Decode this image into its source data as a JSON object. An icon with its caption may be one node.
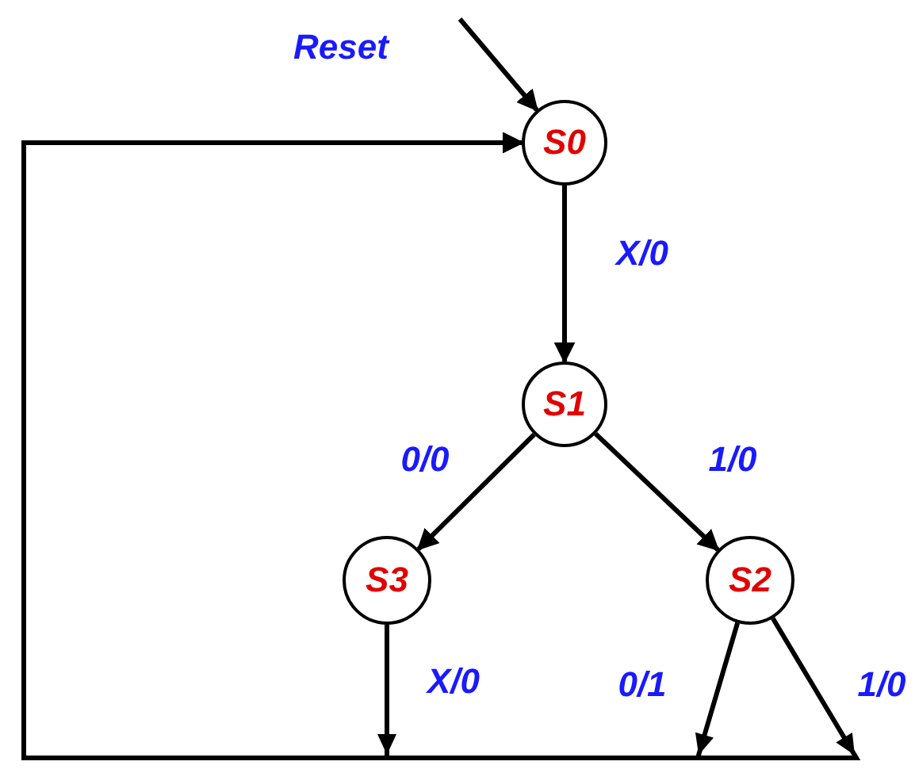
{
  "diagram": {
    "nodes": [
      {
        "text": [
          "S0"
        ]
      },
      {
        "text": [
          "S1"
        ]
      },
      {
        "text": [
          "S3"
        ]
      },
      {
        "text": [
          "S2"
        ]
      }
    ],
    "edges": [
      {
        "from": null,
        "to": 0,
        "arrow": "to",
        "label": "Reset"
      },
      {
        "from": 0,
        "to": 1,
        "arrow": "to",
        "label": "X/0"
      },
      {
        "from": 1,
        "to": 2,
        "arrow": "to",
        "label": "0/0"
      },
      {
        "from": 1,
        "to": 3,
        "arrow": "to",
        "label": "1/0"
      },
      {
        "from": 2,
        "to": 0,
        "arrow": "to",
        "label": "X/0"
      },
      {
        "from": 3,
        "to": 0,
        "arrow": "to",
        "label": "0/1"
      },
      {
        "from": 3,
        "to": 0,
        "arrow": "to",
        "label": "1/0"
      }
    ]
  }
}
